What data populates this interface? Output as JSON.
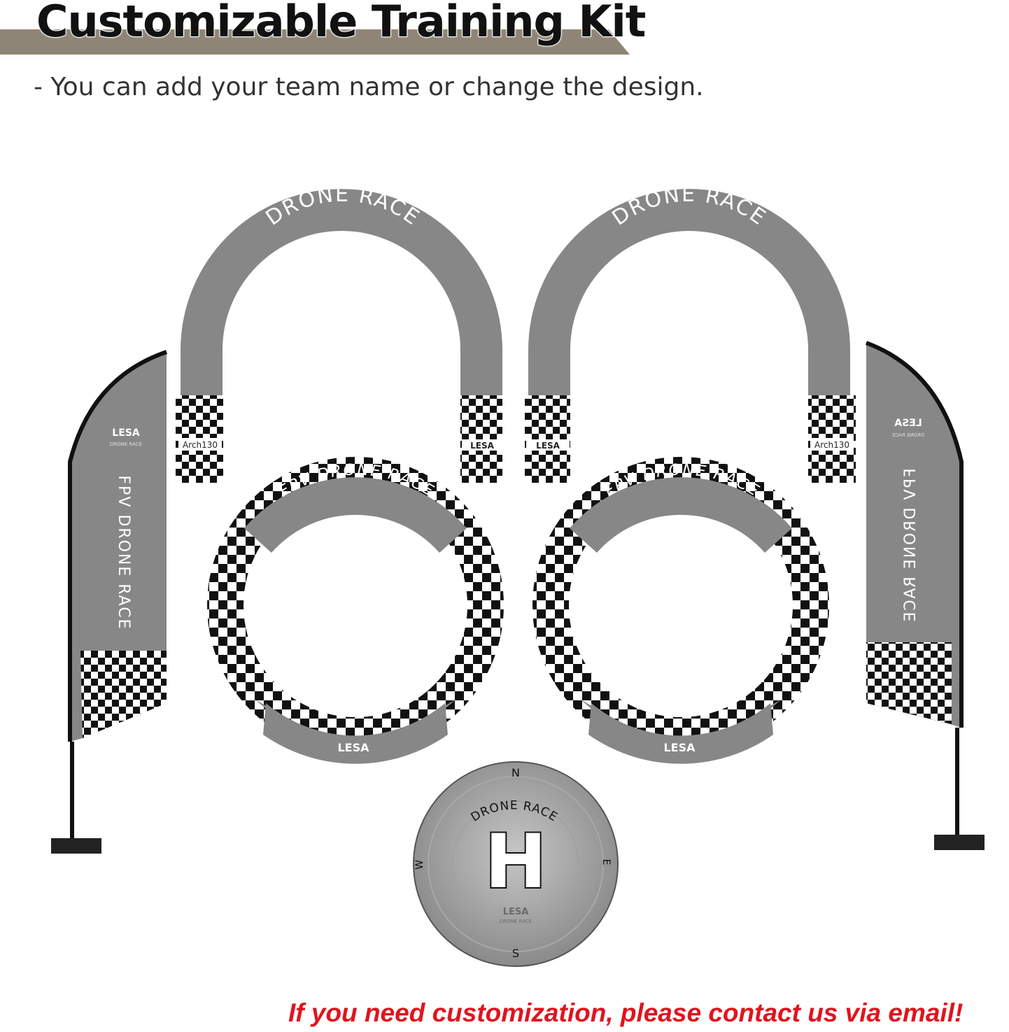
{
  "header": {
    "title": "Customizable Training Kit",
    "subtitle": "- You can add your team name or change the design."
  },
  "arches": {
    "label": "DRONE RACE",
    "brand": "LESA",
    "model": "Arch130"
  },
  "rings": {
    "label": "FPV DRONE RACE",
    "brand": "LESA"
  },
  "flags": {
    "brand": "LESA",
    "sub": "DRONE RACE",
    "vertical_text": "FPV DRONE RACE"
  },
  "landing_pad": {
    "compass": {
      "n": "N",
      "s": "S",
      "e": "E",
      "w": "W"
    },
    "label": "DRONE RACE",
    "letter": "H",
    "brand": "LESA",
    "sub": "DRONE RACE"
  },
  "footer": {
    "note": "If you need customization, please contact us via email!"
  },
  "colors": {
    "gray": "#878787",
    "accent_red": "#e0141e",
    "title_bar": "#8f8576"
  }
}
